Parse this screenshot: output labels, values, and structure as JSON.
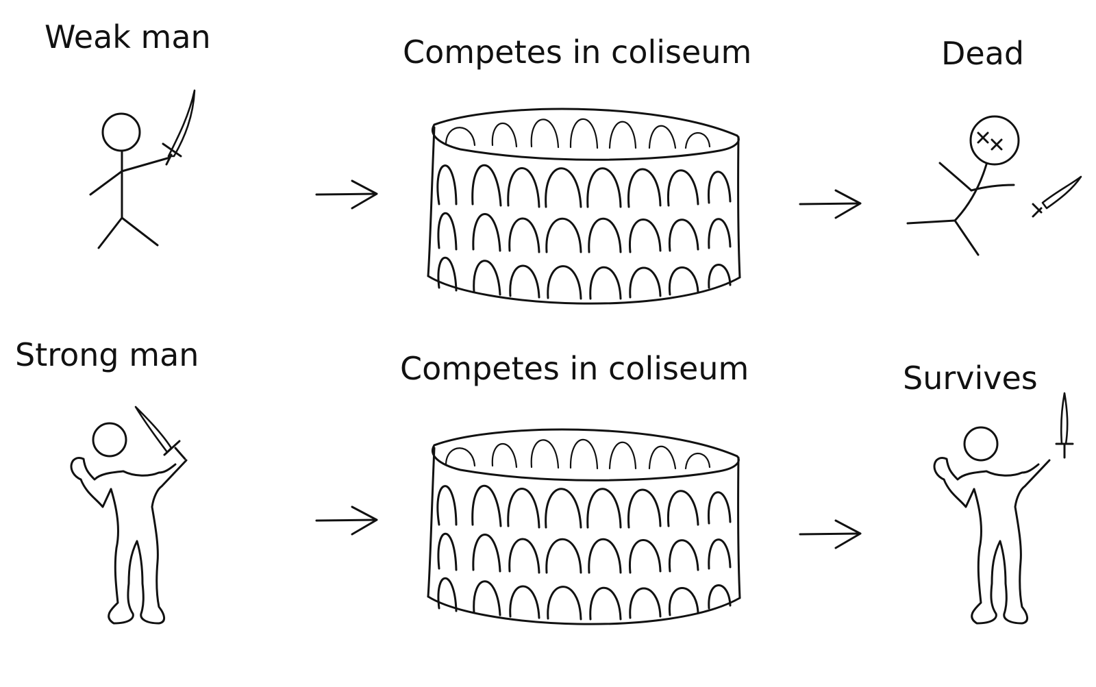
{
  "rows": [
    {
      "start_label": "Weak man",
      "middle_label": "Competes in coliseum",
      "end_label": "Dead"
    },
    {
      "start_label": "Strong man",
      "middle_label": "Competes in coliseum",
      "end_label": "Survives"
    }
  ],
  "icons": {
    "start_top": "stick-figure-with-sword-icon",
    "coliseum": "coliseum-icon",
    "arrow": "right-arrow-icon",
    "end_top": "dead-stick-figure-icon",
    "start_bottom": "muscular-figure-with-sword-icon",
    "end_bottom": "muscular-figure-raising-sword-icon"
  },
  "colors": {
    "ink": "#111111",
    "background": "#ffffff"
  }
}
